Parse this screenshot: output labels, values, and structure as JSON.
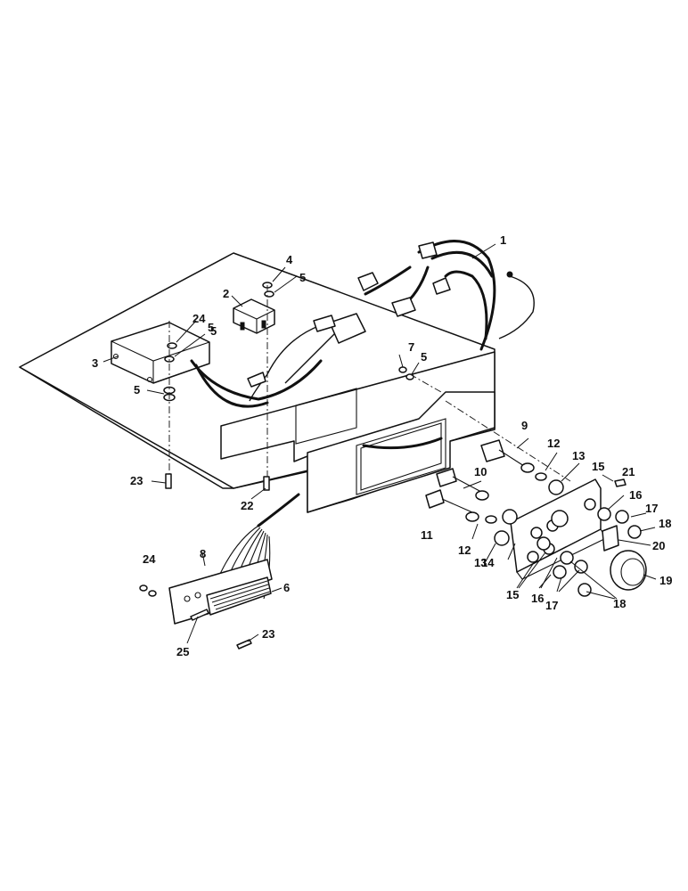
{
  "diagram": {
    "callouts": [
      "1",
      "2",
      "3",
      "4",
      "5",
      "5",
      "5",
      "5",
      "5",
      "6",
      "7",
      "8",
      "9",
      "10",
      "11",
      "12",
      "12",
      "13",
      "13",
      "14",
      "15",
      "15",
      "16",
      "16",
      "17",
      "17",
      "18",
      "18",
      "19",
      "20",
      "21",
      "22",
      "23",
      "23",
      "24",
      "24",
      "25"
    ]
  }
}
